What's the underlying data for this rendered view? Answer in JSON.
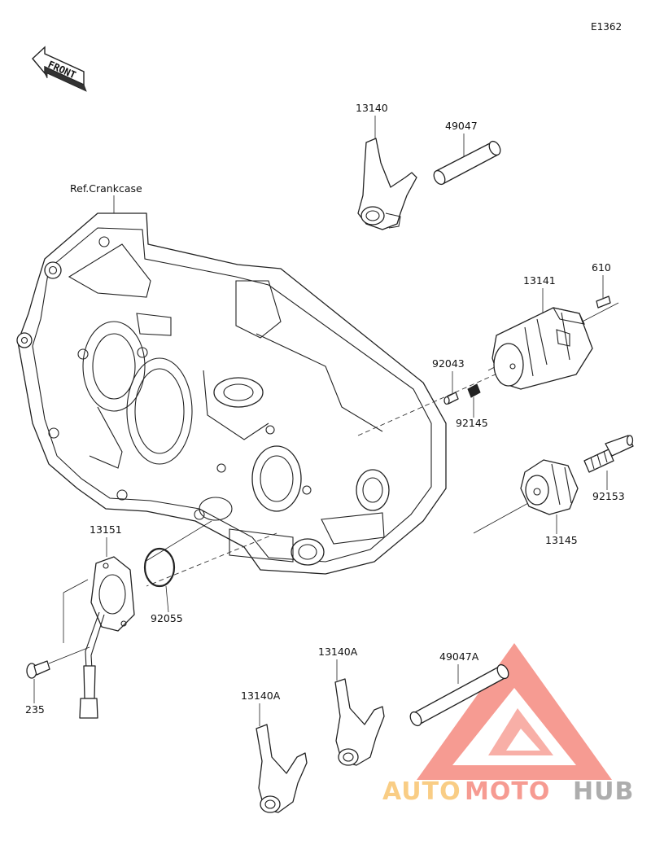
{
  "diagram_code": "E1362",
  "front_label": "FRONT",
  "ref_crankcase_label": "Ref.Crankcase",
  "parts": {
    "p13140": "13140",
    "p49047": "49047",
    "p610": "610",
    "p13141": "13141",
    "p92043": "92043",
    "p92145": "92145",
    "p92153": "92153",
    "p13145": "13145",
    "p13151": "13151",
    "p92055": "92055",
    "p235": "235",
    "p13140A_top": "13140A",
    "p49047A": "49047A",
    "p13140A_bottom": "13140A"
  },
  "watermark": {
    "word_part1": "AUTO",
    "word_part2": "MOTO",
    "word_part3": "HUB",
    "color_primary": "#f04a3a",
    "color_secondary": "#f5a623",
    "color_tertiary": "#6b6b6b"
  }
}
